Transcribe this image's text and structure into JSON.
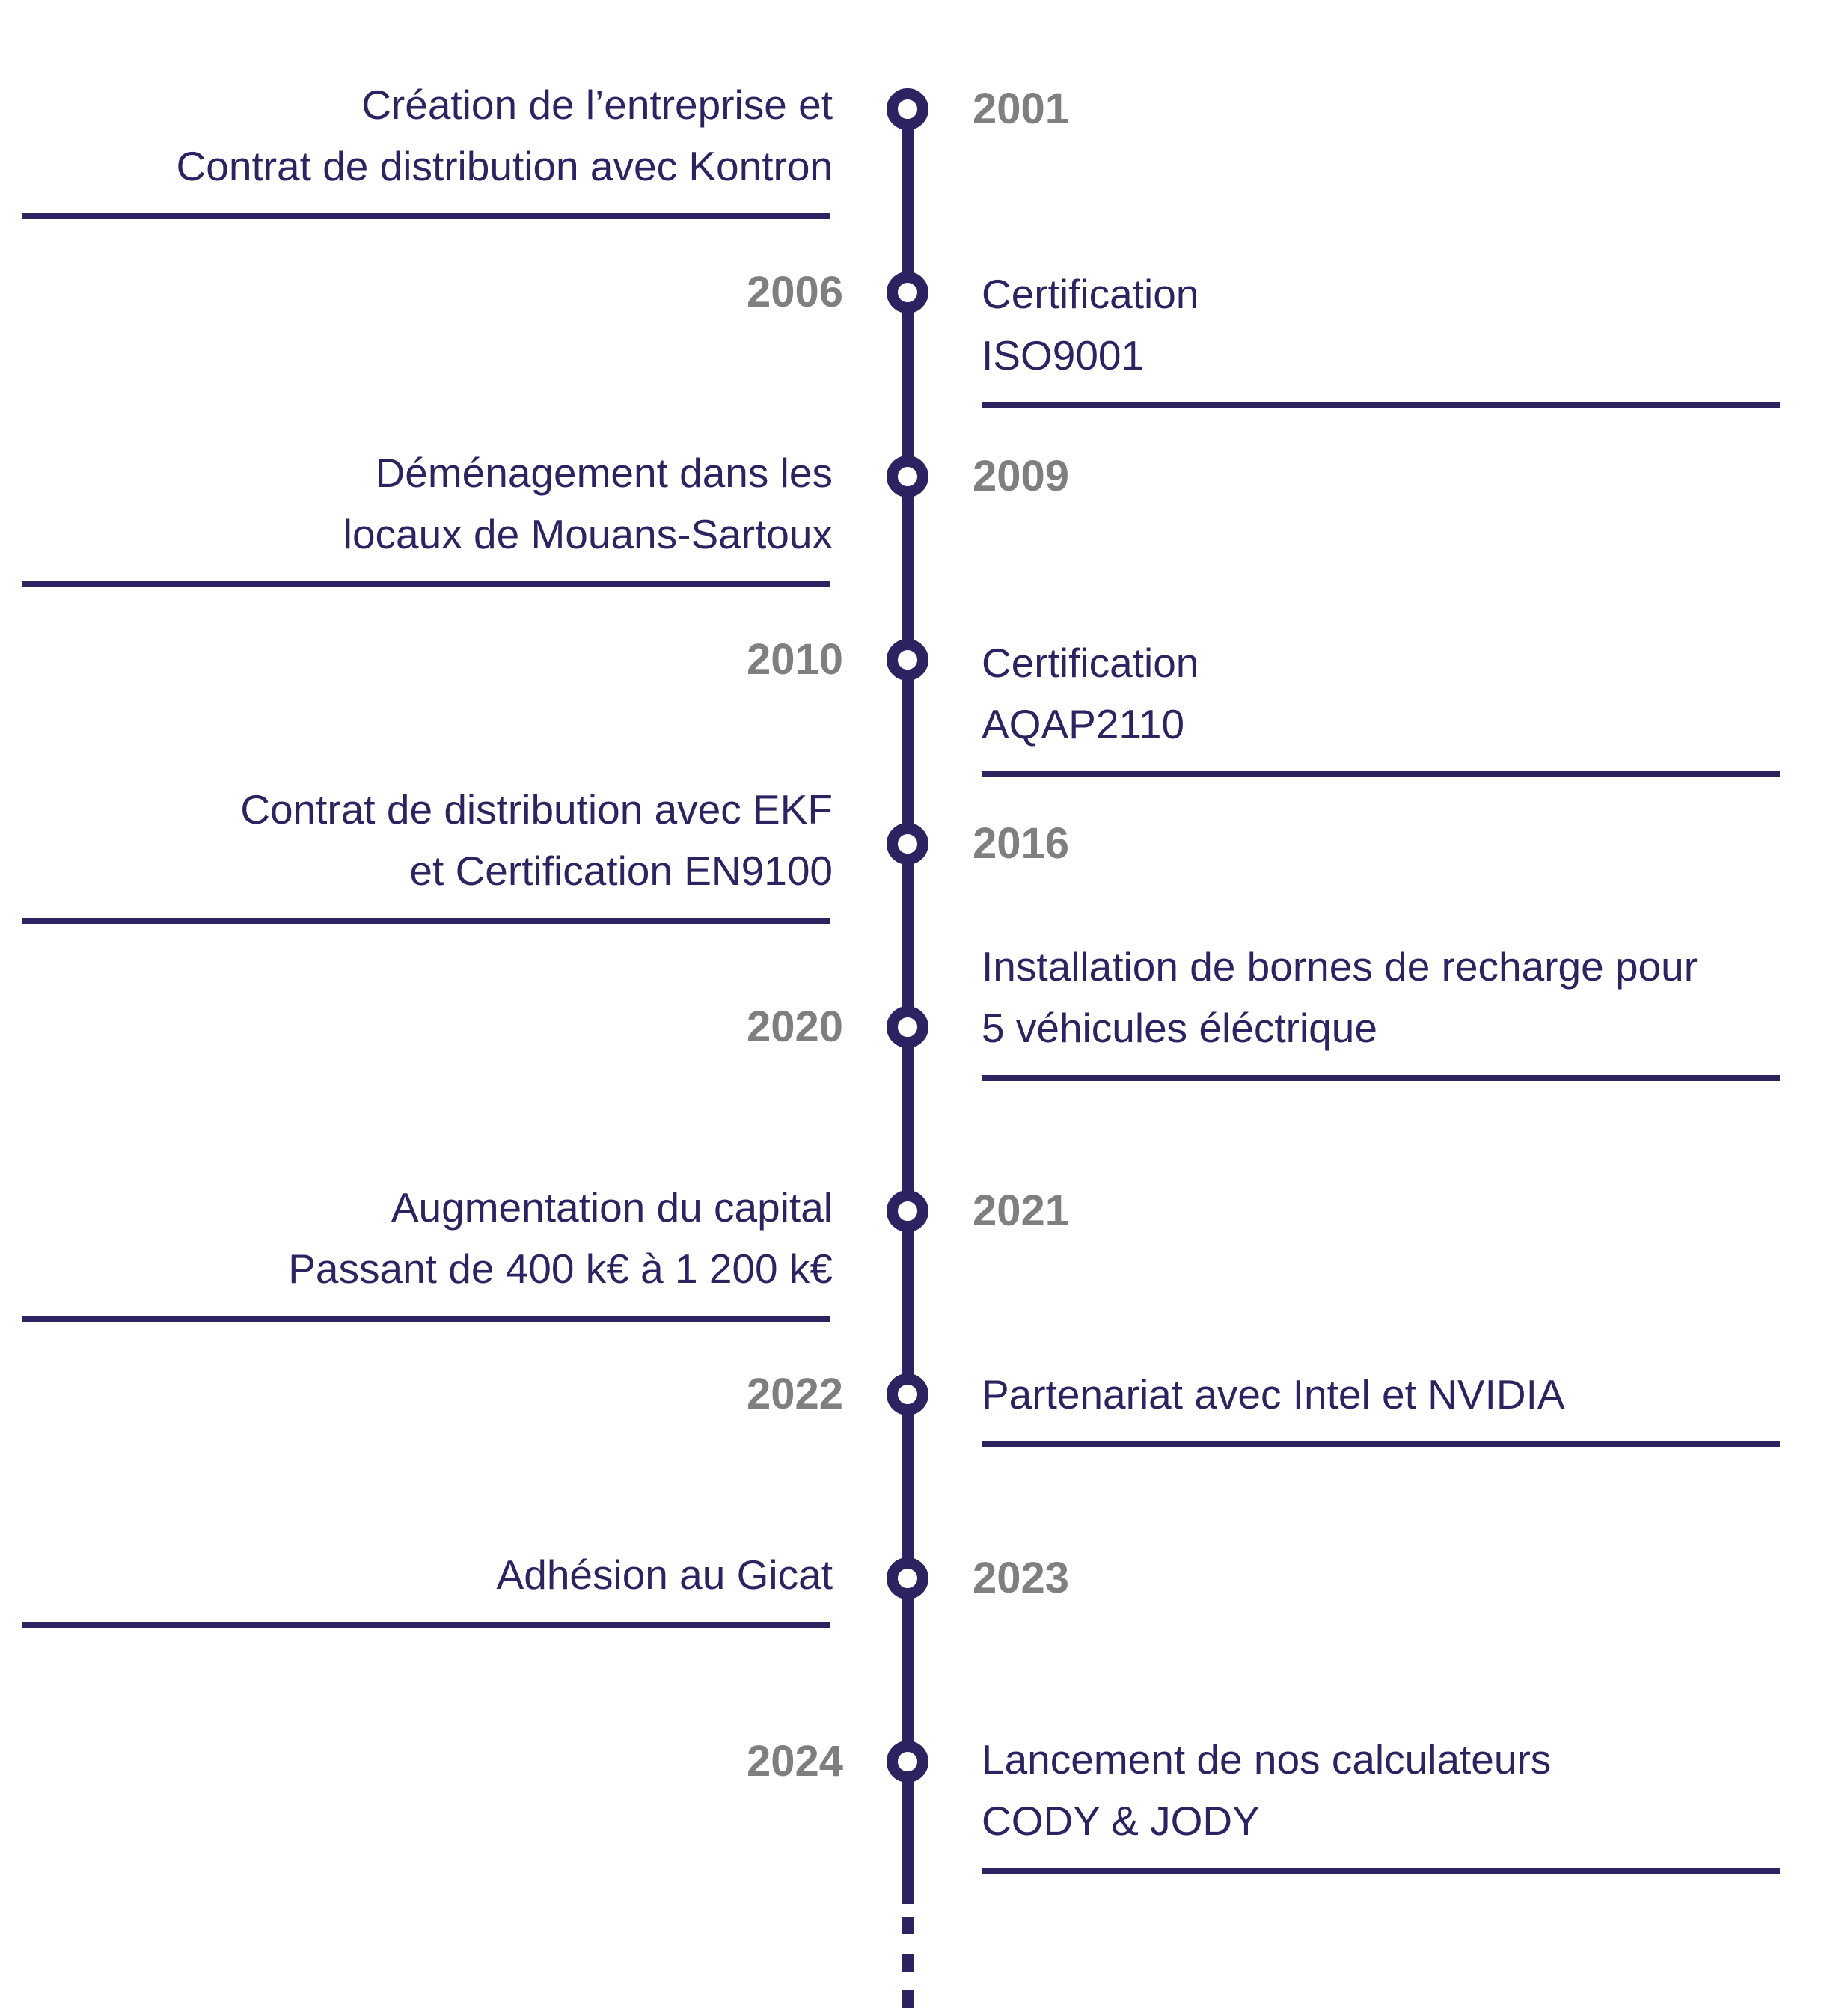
{
  "timeline": {
    "accent_color": "#2c2460",
    "year_color": "#7f7f7f",
    "events": [
      {
        "year": "2001",
        "side": "left",
        "lines": [
          "Création de l’entreprise et",
          "Contrat de distribution avec Kontron"
        ]
      },
      {
        "year": "2006",
        "side": "right",
        "lines": [
          "Certification",
          "ISO9001"
        ]
      },
      {
        "year": "2009",
        "side": "left",
        "lines": [
          "Déménagement dans les",
          "locaux de Mouans-Sartoux"
        ]
      },
      {
        "year": "2010",
        "side": "right",
        "lines": [
          "Certification",
          "AQAP2110"
        ]
      },
      {
        "year": "2016",
        "side": "left",
        "lines": [
          "Contrat de distribution avec EKF",
          "et Certification EN9100"
        ]
      },
      {
        "year": "2020",
        "side": "right",
        "lines": [
          "Installation de bornes de recharge pour",
          "5 véhicules éléctrique"
        ]
      },
      {
        "year": "2021",
        "side": "left",
        "lines": [
          "Augmentation du capital",
          "Passant de 400 k€ à 1 200 k€"
        ]
      },
      {
        "year": "2022",
        "side": "right",
        "lines": [
          "Partenariat avec Intel et NVIDIA"
        ]
      },
      {
        "year": "2023",
        "side": "left",
        "lines": [
          "Adhésion au Gicat"
        ]
      },
      {
        "year": "2024",
        "side": "right",
        "lines": [
          "Lancement de nos calculateurs",
          "CODY & JODY"
        ]
      }
    ]
  }
}
